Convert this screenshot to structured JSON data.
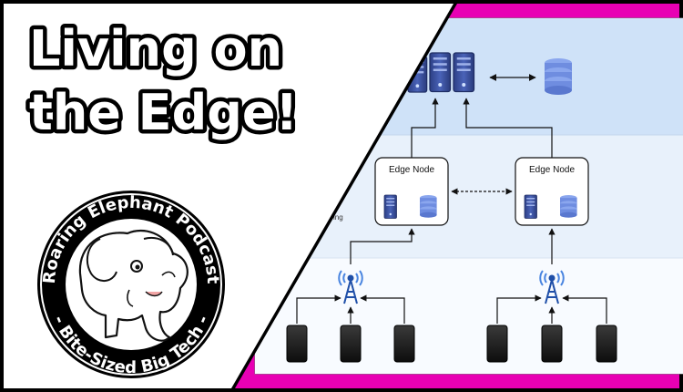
{
  "thumbnail": {
    "headline": {
      "line1": "Living on",
      "line2": "the Edge!"
    },
    "logo": {
      "top_text": "Roaring Elephant Podcast",
      "bottom_text": "- Bite-Sized Big Tech -",
      "mascot": "elephant-icon"
    },
    "diagram": {
      "edge_nodes": [
        {
          "label": "Edge Node"
        },
        {
          "label": "Edge Node"
        }
      ],
      "partial_labels": [
        "t",
        "ing"
      ]
    },
    "colors": {
      "magenta_frame": "#e800b4",
      "band_top": "#cfe2f8",
      "band_mid": "#e8f1fb",
      "band_bottom": "#f8fbff",
      "server_blue": "#3e57a8",
      "database_blue": "#6f8de0"
    }
  }
}
